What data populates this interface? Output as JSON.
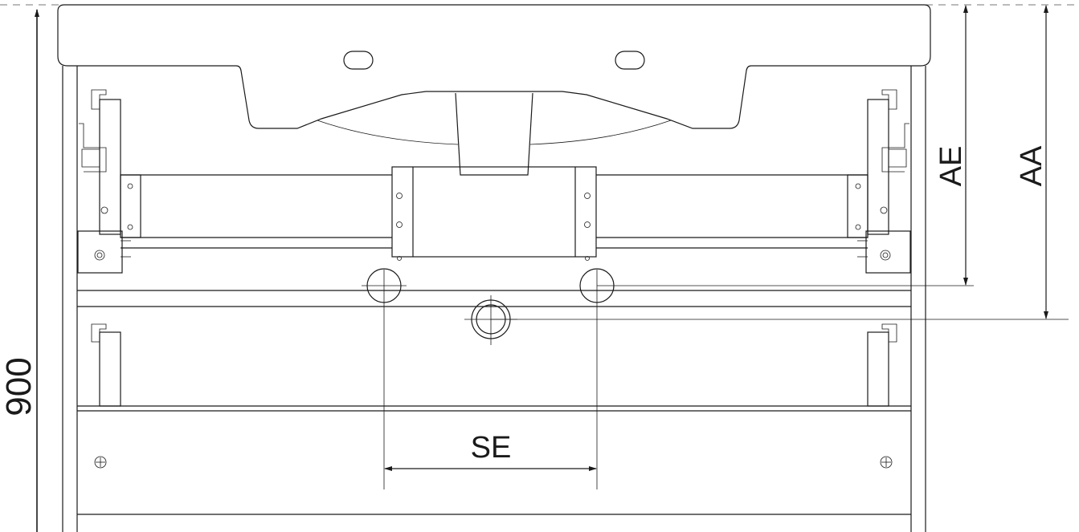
{
  "dimensions": {
    "height_value": "900",
    "ae_label": "AE",
    "aa_label": "AA",
    "se_label": "SE"
  },
  "colors": {
    "line": "#1a1a1a",
    "background": "#ffffff"
  }
}
